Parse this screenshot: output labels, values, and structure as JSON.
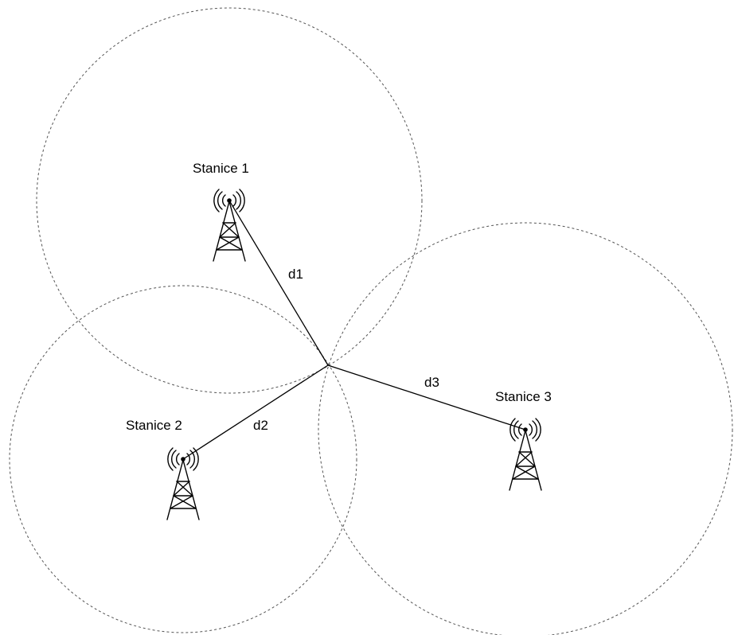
{
  "stations": [
    {
      "label": "Stanice 1"
    },
    {
      "label": "Stanice 2"
    },
    {
      "label": "Stanice 3"
    }
  ],
  "distances": [
    {
      "label": "d1"
    },
    {
      "label": "d2"
    },
    {
      "label": "d3"
    }
  ],
  "colors": {
    "line": "#000000",
    "coverage": "#555555",
    "background": "#ffffff"
  },
  "icons": {
    "tower": "radio-tower-icon"
  }
}
